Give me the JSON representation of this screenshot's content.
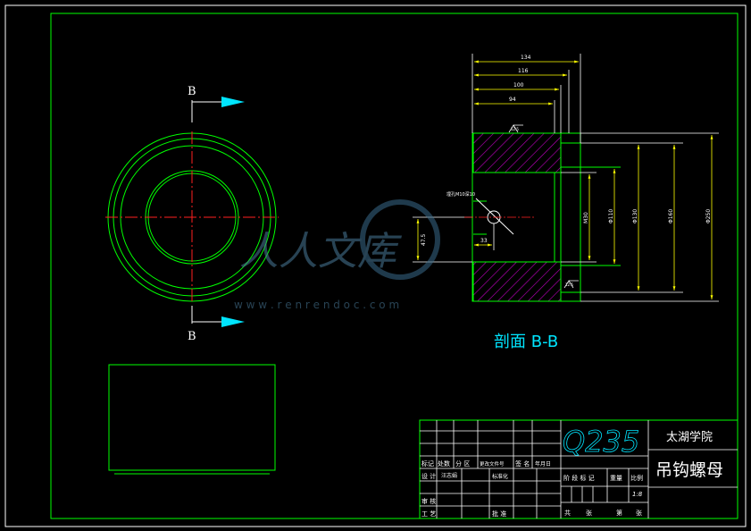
{
  "section": {
    "marker_top": "B",
    "marker_bottom": "B",
    "title": "剖面 B-B"
  },
  "dimensions": {
    "d1": "134",
    "d2": "116",
    "d3": "100",
    "d4": "94",
    "thread": "M30",
    "d5": "Φ110",
    "d6": "Φ130",
    "d7": "Φ160",
    "d8": "Φ250",
    "hole_note": "埋孔M10深10",
    "v1": "47.5",
    "v2": "33",
    "roughness": "12.5"
  },
  "title_block": {
    "material": "Q235",
    "school": "太湖学院",
    "part_name": "吊钩螺母",
    "scale": "1:8",
    "h_mark": "标记",
    "h_count": "处数",
    "h_zone": "分 区",
    "h_docno": "更改文件号",
    "h_sign": "签 名",
    "h_date": "年月日",
    "r_design": "设 计",
    "r_designer": "汪志娟",
    "r_std": "标准化",
    "r_review": "审 核",
    "r_process": "工 艺",
    "r_approve": "批 准",
    "r_stage": "阶 段 标 记",
    "r_weight": "重量",
    "r_ratio": "比例",
    "r_total": "共",
    "r_sheet": "张",
    "r_no": "第",
    "r_sheet2": "张"
  },
  "watermark": {
    "text": "人人文库",
    "url": "w w w . r e n r e n d o c . c o m"
  }
}
